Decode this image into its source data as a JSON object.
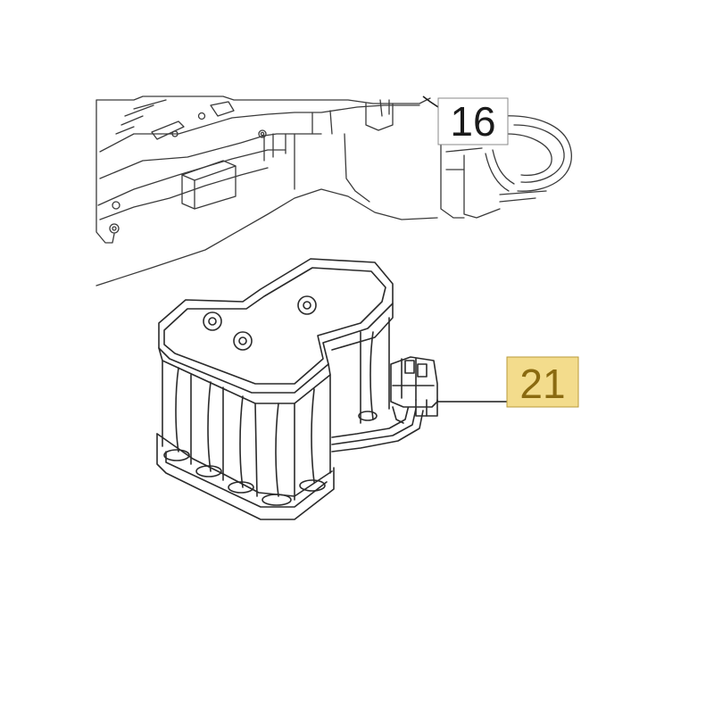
{
  "diagram": {
    "parts": [
      {
        "id": "housing",
        "label": "16"
      },
      {
        "id": "battery-pack",
        "label": "21"
      }
    ],
    "colors": {
      "line": "#2a2a2a",
      "highlight_fill": "#f3dc8c",
      "highlight_text": "#8a6a10",
      "label_text": "#1a1a1a"
    }
  }
}
